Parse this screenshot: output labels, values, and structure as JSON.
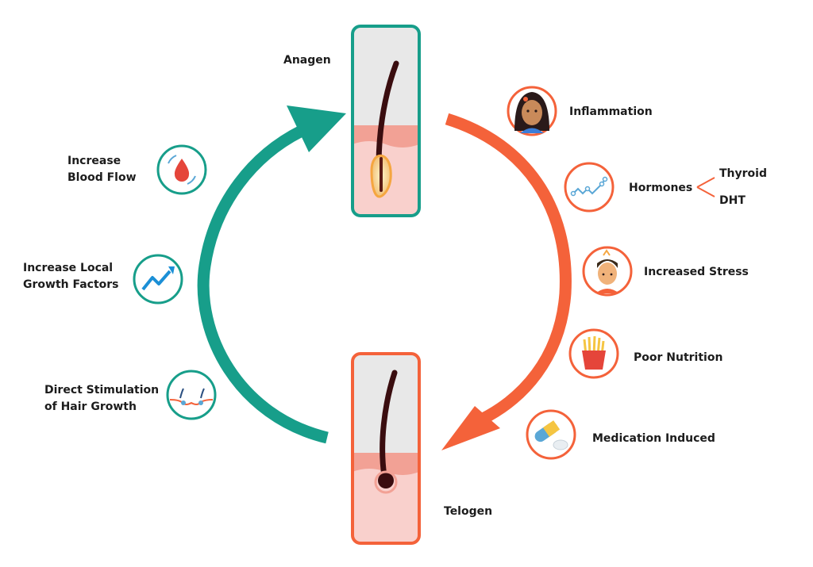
{
  "stages": {
    "anagen": "Anagen",
    "telogen": "Telogen"
  },
  "factors": {
    "inflammation": "Inflammation",
    "hormones": "Hormones",
    "thyroid": "Thyroid",
    "dht": "DHT",
    "stress": "Increased Stress",
    "nutrition": "Poor Nutrition",
    "medication": "Medication Induced"
  },
  "treatments": {
    "blood_flow_line1": "Increase",
    "blood_flow_line2": "Blood Flow",
    "growth_factors_line1": "Increase Local",
    "growth_factors_line2": "Growth Factors",
    "stimulation_line1": "Direct Stimulation",
    "stimulation_line2": "of Hair Growth"
  },
  "icons": {
    "woman": "woman-face-icon",
    "molecule": "molecule-icon",
    "stressed_man": "stressed-man-icon",
    "fries": "french-fries-icon",
    "pills": "pills-icon",
    "blood_drop": "blood-drop-cycle-icon",
    "growth_arrow": "growth-arrow-icon",
    "follicles": "hair-follicles-icon"
  },
  "colors": {
    "teal": "#179e8a",
    "orange": "#f4623a",
    "skin": "#f9d0cc",
    "skin_top": "#f2a195",
    "hair": "#3a0d0f",
    "tube_bg": "#e8e8e8"
  }
}
